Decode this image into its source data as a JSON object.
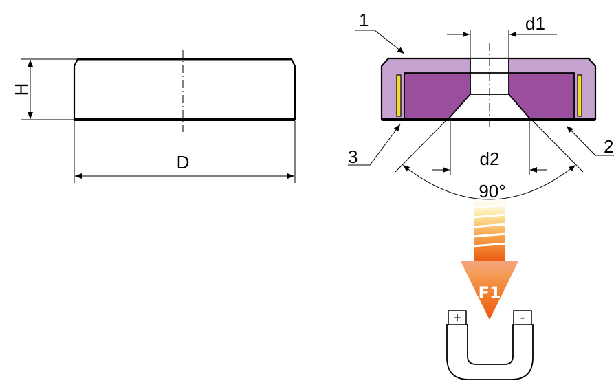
{
  "labels": {
    "height": "H",
    "diameter": "D",
    "hole_diameter_1": "d1",
    "hole_diameter_2": "d2",
    "angle": "90°",
    "callout_1": "1",
    "callout_2": "2",
    "callout_3": "3",
    "force": "F1",
    "plus": "+",
    "minus": "-"
  },
  "colors": {
    "steel_cup": "#c6a3cf",
    "magnet": "#9c4e9e",
    "magnet_shadow": "#8a3f8d",
    "spacer": "#f2de2a",
    "arrow_top": "#fde7a0",
    "arrow_mid": "#f7a24a",
    "arrow_bottom": "#ec5a12",
    "stroke": "#000000"
  }
}
